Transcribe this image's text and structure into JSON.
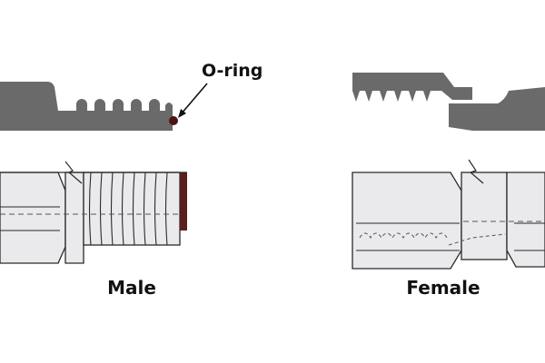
{
  "labels": {
    "o_ring": "O-ring",
    "male": "Male",
    "female": "Female"
  },
  "colors": {
    "section_fill": "#6b6a6b",
    "o_ring": "#4a1414",
    "body_fill": "#eaeaec",
    "outline": "#2a2a2a",
    "seal_band": "#5a1e1e",
    "label_text": "#111111"
  }
}
